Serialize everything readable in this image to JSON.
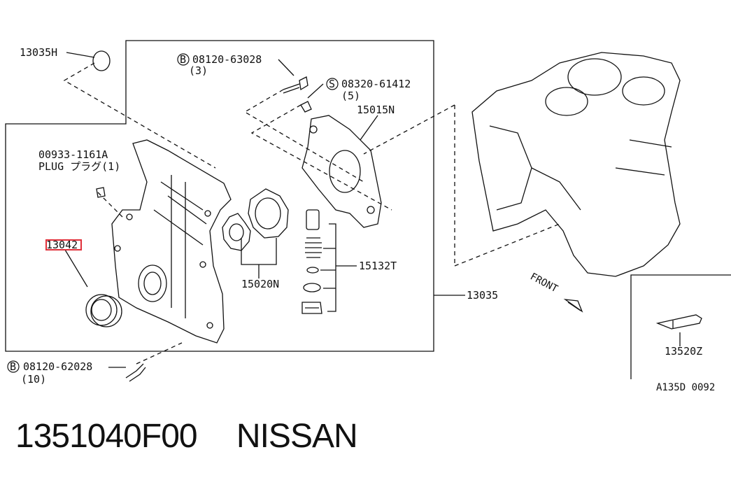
{
  "parts": {
    "seal_plug_top": "13035H",
    "bolt_b": {
      "marker": "B",
      "number": "08120-63028",
      "qty": "(3)"
    },
    "screw_s": {
      "marker": "S",
      "number": "08320-61412",
      "qty": "(5)"
    },
    "pump_body": "15015N",
    "plug": {
      "number": "00933-1161A",
      "name": "PLUG プラグ(1)"
    },
    "highlighted_seal": "13042",
    "gear_set": "15020N",
    "relief_valve": "15132T",
    "front_cover": "13035",
    "bolt_bottom": {
      "marker": "B",
      "number": "08120-62028",
      "qty": "(10)"
    },
    "inset_part": "13520Z",
    "diagram_code": "A135D 0092",
    "front_arrow": "FRONT"
  },
  "colors": {
    "highlight": "#e0303a",
    "line": "#111111"
  },
  "footer": {
    "part_number": "1351040F00",
    "brand": "NISSAN"
  }
}
